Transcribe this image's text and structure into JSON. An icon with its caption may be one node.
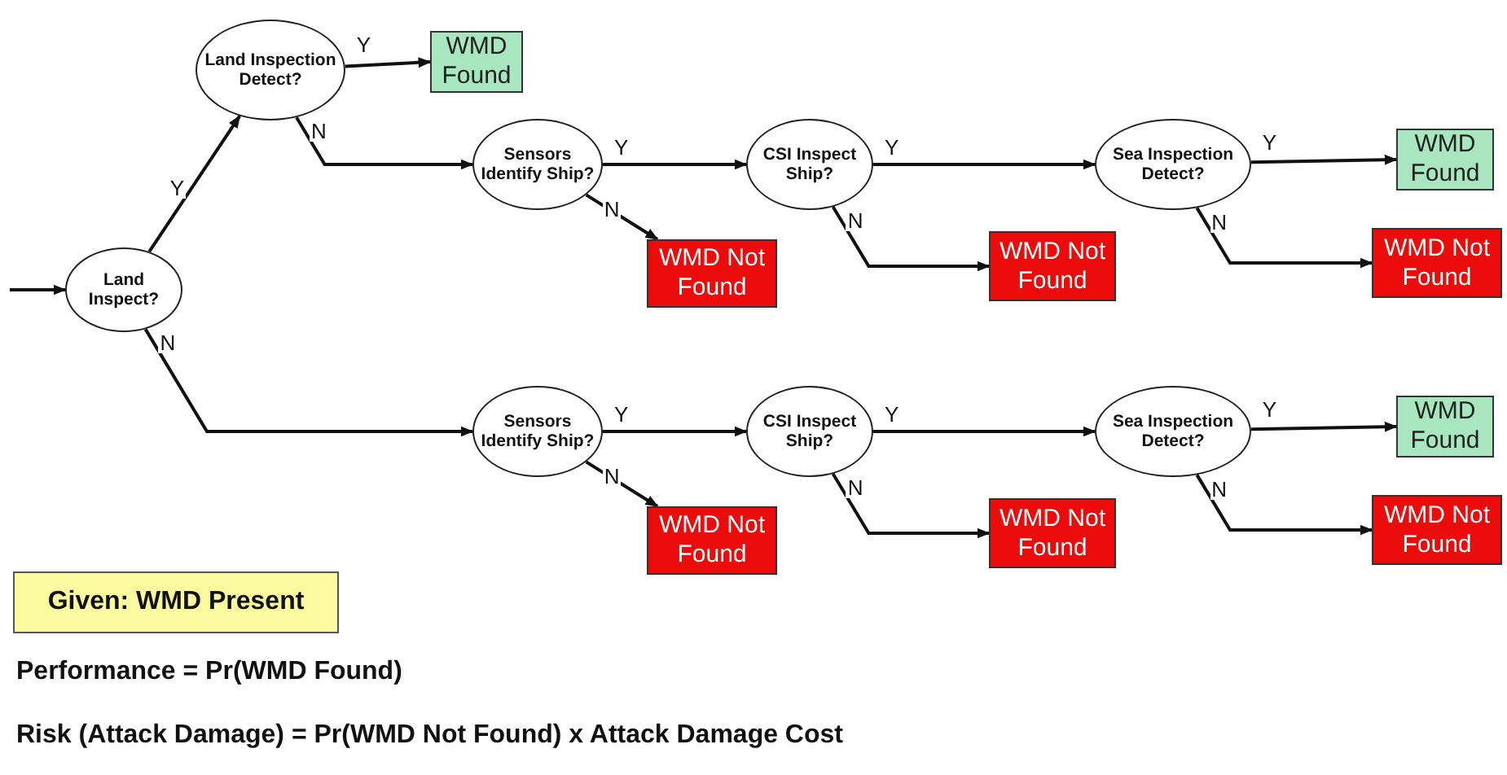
{
  "diagram": {
    "nodes": [
      {
        "text": [
          "Land Inspect?"
        ]
      },
      {
        "text": [
          "Land Inspection Detect?"
        ]
      },
      {
        "text": [
          "WMD Found"
        ]
      },
      {
        "text": [
          "Sensors Identify Ship?"
        ]
      },
      {
        "text": [
          "CSI Inspect Ship?"
        ]
      },
      {
        "text": [
          "Sea Inspection Detect?"
        ]
      },
      {
        "text": [
          "WMD Found"
        ]
      },
      {
        "text": [
          "WMD Not Found"
        ]
      },
      {
        "text": [
          "WMD Not Found"
        ]
      },
      {
        "text": [
          "WMD Not Found"
        ]
      },
      {
        "text": [
          "Sensors Identify Ship?"
        ]
      },
      {
        "text": [
          "CSI Inspect Ship?"
        ]
      },
      {
        "text": [
          "Sea Inspection Detect?"
        ]
      },
      {
        "text": [
          "WMD Found"
        ]
      },
      {
        "text": [
          "WMD Not Found"
        ]
      },
      {
        "text": [
          "WMD Not Found"
        ]
      },
      {
        "text": [
          "WMD Not Found"
        ]
      },
      {
        "text": [
          "Given: WMD Present"
        ]
      }
    ],
    "edges": [
      {
        "from": null,
        "to": 0,
        "arrow": "to"
      },
      {
        "from": 0,
        "to": 1,
        "arrow": "to",
        "label": "Y"
      },
      {
        "from": 0,
        "to": 10,
        "arrow": "to",
        "label": "N"
      },
      {
        "from": 1,
        "to": 2,
        "arrow": "to",
        "label": "Y"
      },
      {
        "from": 1,
        "to": 3,
        "arrow": "to",
        "label": "N"
      },
      {
        "from": 3,
        "to": 4,
        "arrow": "to",
        "label": "Y"
      },
      {
        "from": 3,
        "to": 7,
        "arrow": "to",
        "label": "N"
      },
      {
        "from": 4,
        "to": 5,
        "arrow": "to",
        "label": "Y"
      },
      {
        "from": 4,
        "to": 8,
        "arrow": "to",
        "label": "N"
      },
      {
        "from": 5,
        "to": 6,
        "arrow": "to",
        "label": "Y"
      },
      {
        "from": 5,
        "to": 9,
        "arrow": "to",
        "label": "N"
      },
      {
        "from": 10,
        "to": 11,
        "arrow": "to",
        "label": "Y"
      },
      {
        "from": 10,
        "to": 14,
        "arrow": "to",
        "label": "N"
      },
      {
        "from": 11,
        "to": 12,
        "arrow": "to",
        "label": "Y"
      },
      {
        "from": 11,
        "to": 15,
        "arrow": "to",
        "label": "N"
      },
      {
        "from": 12,
        "to": 13,
        "arrow": "to",
        "label": "Y"
      },
      {
        "from": 12,
        "to": 16,
        "arrow": "to",
        "label": "N"
      }
    ],
    "labels": [
      "Performance = Pr(WMD Found)",
      "Risk (Attack Damage) = Pr(WMD Not Found) x Attack Damage Cost"
    ]
  }
}
